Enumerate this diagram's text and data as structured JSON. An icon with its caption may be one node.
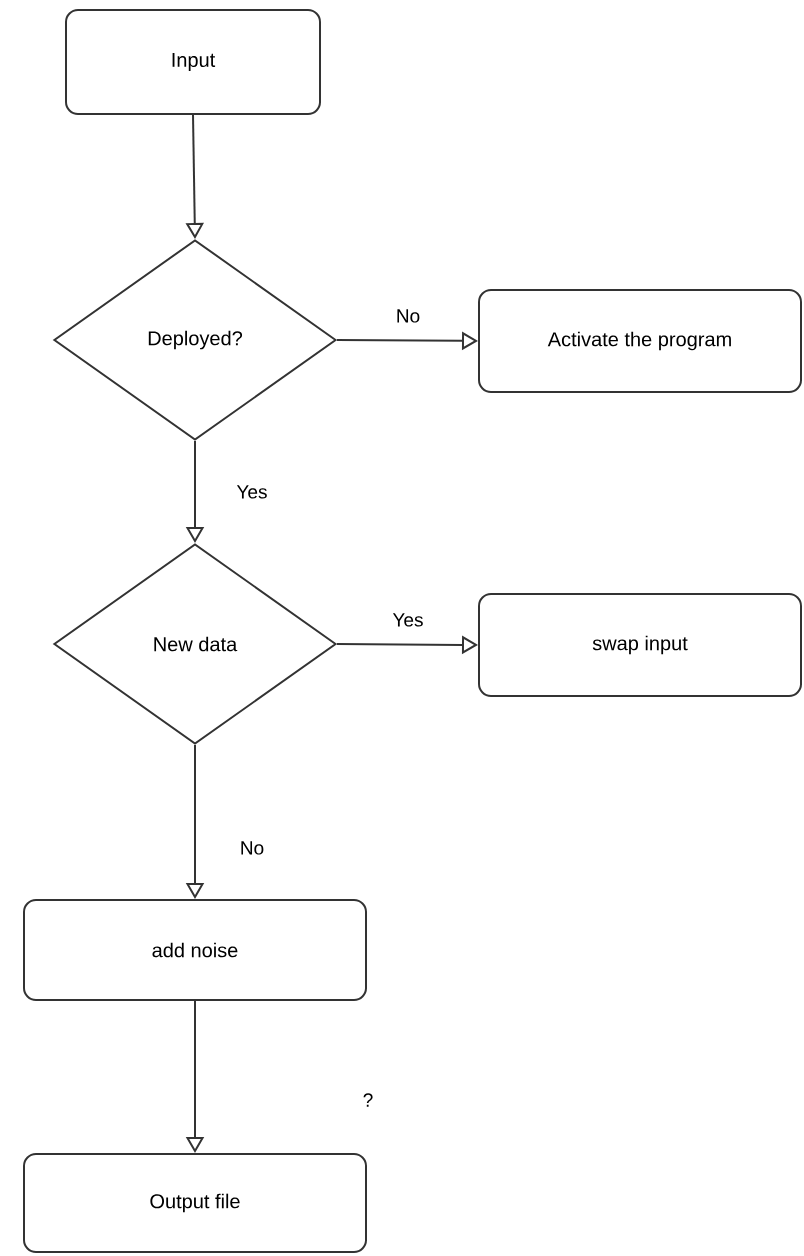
{
  "diagram": {
    "nodes": [
      {
        "text": [
          "Input"
        ]
      },
      {
        "text": [
          "Deployed?"
        ]
      },
      {
        "text": [
          "Activate the program"
        ]
      },
      {
        "text": [
          "New data"
        ]
      },
      {
        "text": [
          "swap input"
        ]
      },
      {
        "text": [
          "add noise"
        ]
      },
      {
        "text": [
          "Output file"
        ]
      }
    ],
    "edges": [
      {
        "from": 0,
        "to": 1,
        "arrow": "to"
      },
      {
        "from": 1,
        "to": 2,
        "arrow": "to",
        "label": "No"
      },
      {
        "from": 1,
        "to": 3,
        "arrow": "to",
        "label": "Yes"
      },
      {
        "from": 3,
        "to": 4,
        "arrow": "to",
        "label": "Yes"
      },
      {
        "from": 3,
        "to": 5,
        "arrow": "to",
        "label": "No"
      },
      {
        "from": 5,
        "to": 6,
        "arrow": "to"
      }
    ],
    "labels": [
      "?"
    ]
  }
}
